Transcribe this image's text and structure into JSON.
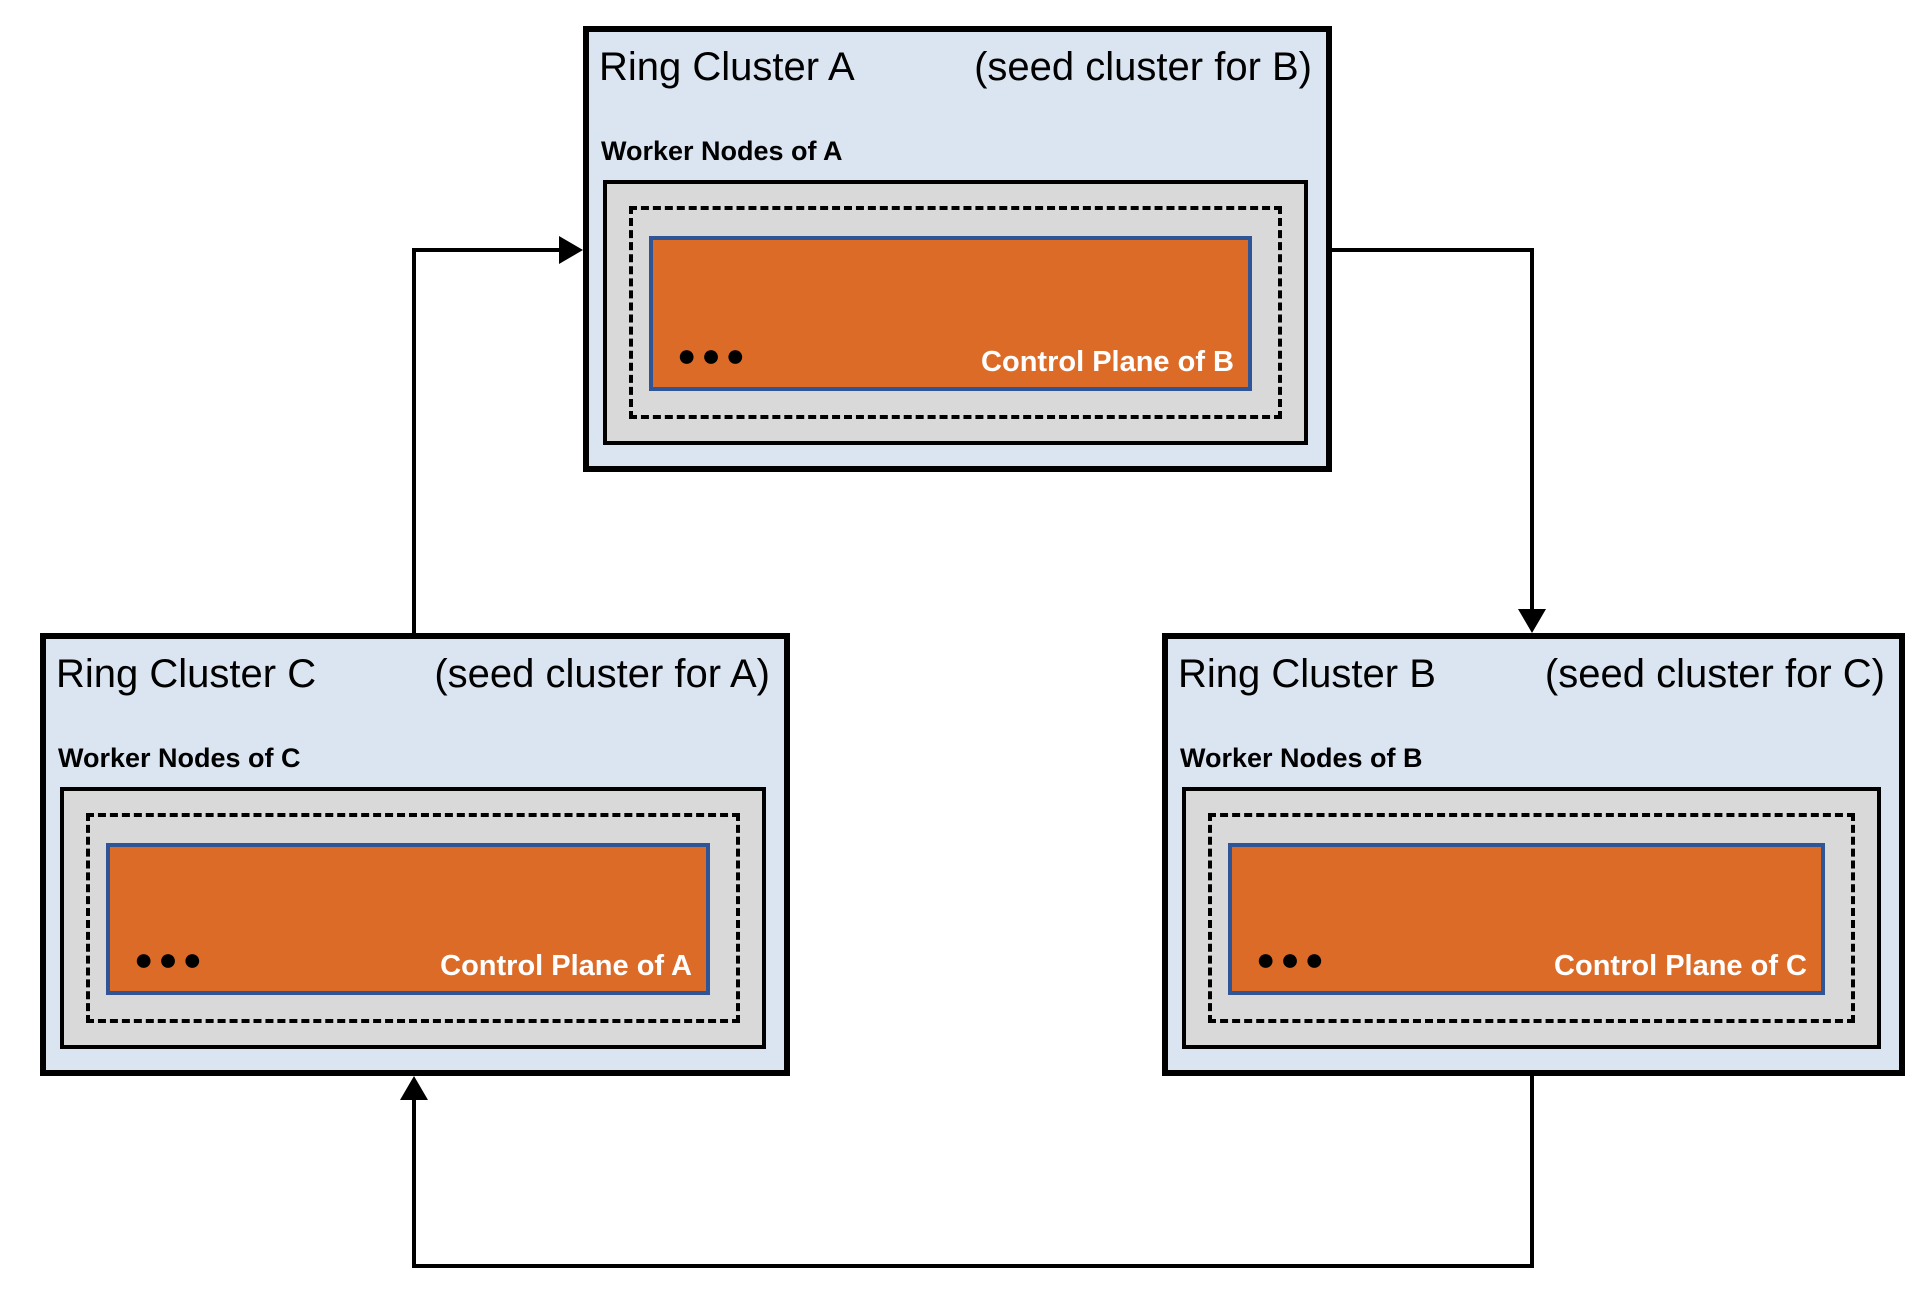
{
  "colors": {
    "cluster_fill": "#DBE5F1",
    "worker_box_fill": "#D9D9D9",
    "control_plane_fill": "#DD6B28",
    "control_plane_border": "#2F5597",
    "line_color": "#000000",
    "control_label_color": "#FFFFFF"
  },
  "clusters": [
    {
      "id": "A",
      "title": "Ring Cluster A",
      "seed_note": "(seed cluster for B)",
      "worker_label": "Worker Nodes of A",
      "control_label": "Control Plane of B",
      "dots": "●●●"
    },
    {
      "id": "B",
      "title": "Ring Cluster B",
      "seed_note": "(seed cluster for C)",
      "worker_label": "Worker Nodes of B",
      "control_label": "Control Plane of C",
      "dots": "●●●"
    },
    {
      "id": "C",
      "title": "Ring Cluster C",
      "seed_note": "(seed cluster for A)",
      "worker_label": "Worker Nodes of C",
      "control_label": "Control Plane of A",
      "dots": "●●●"
    }
  ],
  "arrows": [
    {
      "from": "C",
      "to": "A"
    },
    {
      "from": "A",
      "to": "B"
    },
    {
      "from": "B",
      "to": "C"
    }
  ]
}
